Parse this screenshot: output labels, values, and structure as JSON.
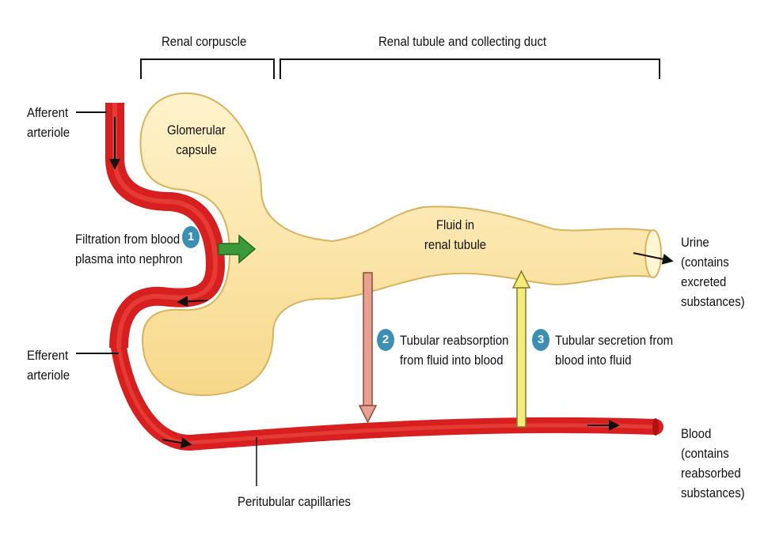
{
  "labels": {
    "renal_corpuscle": "Renal corpuscle",
    "renal_tubule_duct": "Renal tubule and collecting duct",
    "afferent_arteriole": [
      "Afferent",
      "arteriole"
    ],
    "efferent_arteriole": [
      "Efferent",
      "arteriole"
    ],
    "glomerular_capsule": [
      "Glomerular",
      "capsule"
    ],
    "fluid_in_tubule": [
      "Fluid in",
      "renal tubule"
    ],
    "peritubular_capillaries": "Peritubular capillaries",
    "urine": [
      "Urine",
      "(contains",
      "excreted",
      "substances)"
    ],
    "blood": [
      "Blood",
      "(contains",
      "reabsorbed",
      "substances)"
    ]
  },
  "steps": [
    {
      "number": "1",
      "text": [
        "Filtration from blood",
        "plasma into nephron"
      ],
      "arrow_color": "#3a9a3a"
    },
    {
      "number": "2",
      "text": [
        "Tubular reabsorption",
        "from fluid into blood"
      ],
      "arrow_color": "#e8a090"
    },
    {
      "number": "3",
      "text": [
        "Tubular secretion from",
        "blood into fluid"
      ],
      "arrow_color": "#f3ec7a"
    }
  ],
  "colors": {
    "blood_vessel": "#d81f1f",
    "blood_vessel_highlight": "#f05a4a",
    "tubule_fill": "#fde6a6",
    "tubule_stroke": "#d9b25c",
    "badge": "#3b8fb2"
  }
}
